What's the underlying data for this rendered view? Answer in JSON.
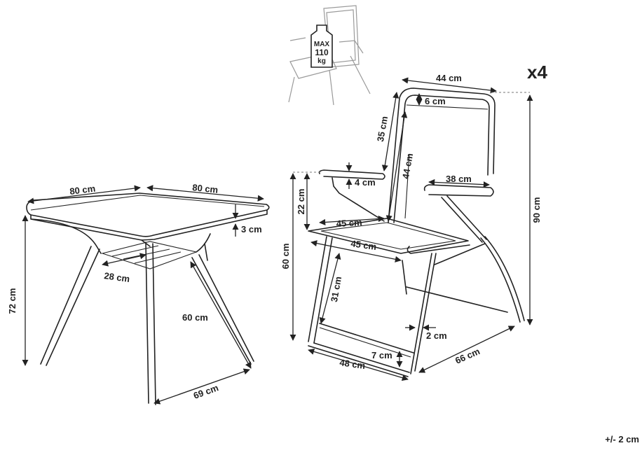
{
  "quantity": "x4",
  "tolerance": "+/- 2 cm",
  "weight_badge": {
    "line1": "MAX",
    "line2": "110",
    "line3": "kg"
  },
  "table": {
    "width_a": "80 cm",
    "width_b": "80 cm",
    "top_thickness": "3 cm",
    "height": "72 cm",
    "shelf": "28 cm",
    "leg_inner": "60 cm",
    "leg_span": "69 cm"
  },
  "chair": {
    "back_width": "44 cm",
    "top_bar": "6 cm",
    "back_upper": "35 cm",
    "back_height": "44 cm",
    "armrest_width": "38 cm",
    "armrest_thickness": "4 cm",
    "armrest_height": "22 cm",
    "seat_depth_a": "45 cm",
    "seat_depth_b": "45 cm",
    "height": "90 cm",
    "seat_height": "60 cm",
    "leg_lower": "31 cm",
    "bar": "2 cm",
    "bottom_bar": "7 cm",
    "base_width": "48 cm",
    "base_depth": "66 cm"
  }
}
